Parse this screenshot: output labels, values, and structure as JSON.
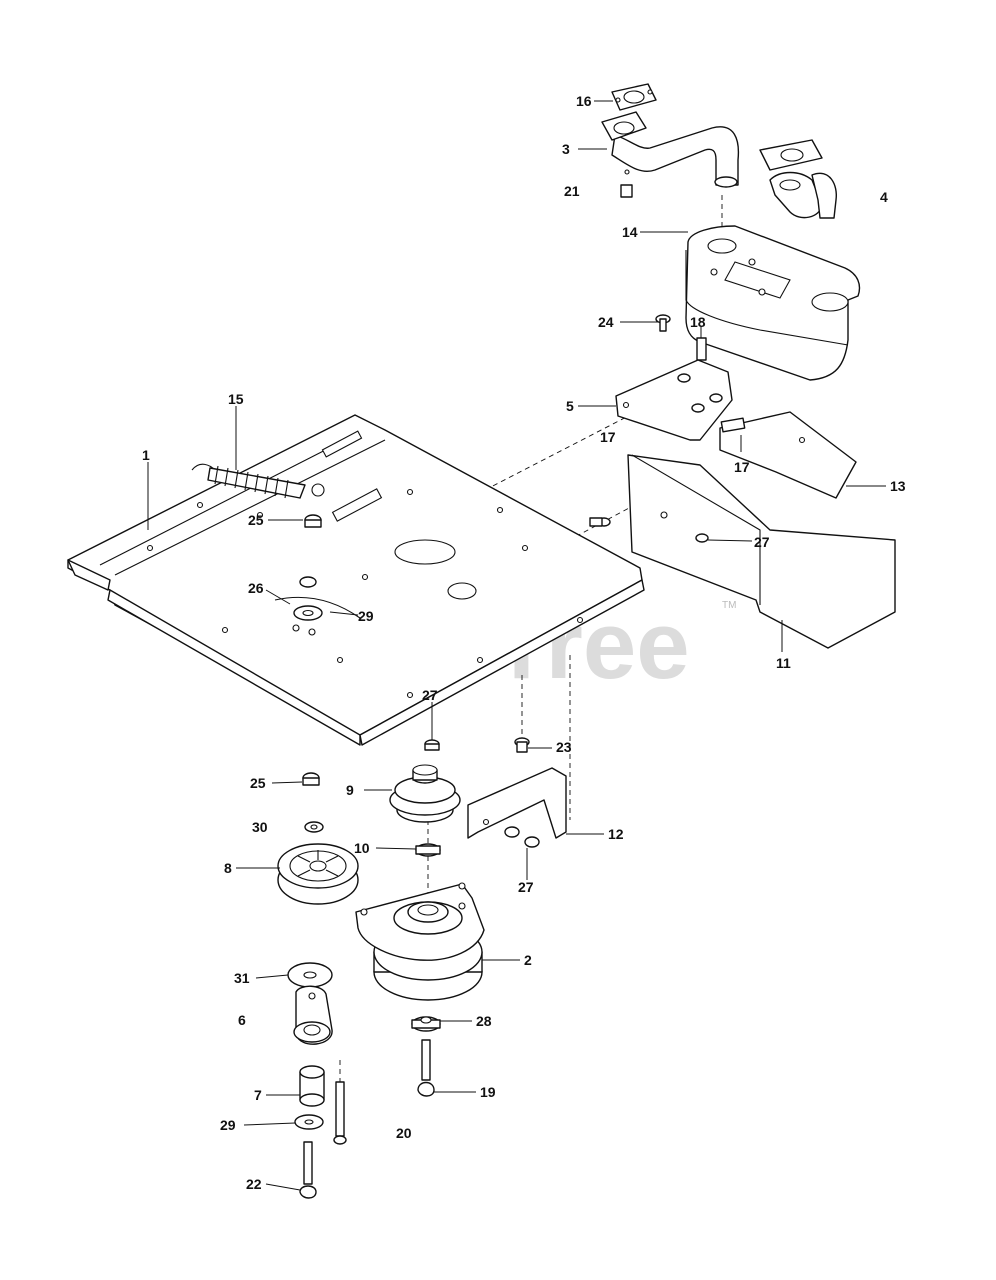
{
  "watermark": {
    "text": "PartsTree",
    "trademark": "TM"
  },
  "callouts": [
    "1",
    "2",
    "3",
    "4",
    "5",
    "6",
    "7",
    "8",
    "9",
    "10",
    "11",
    "12",
    "13",
    "14",
    "15",
    "16",
    "17",
    "17",
    "18",
    "19",
    "20",
    "21",
    "22",
    "23",
    "24",
    "25",
    "25",
    "26",
    "27",
    "27",
    "27",
    "28",
    "29",
    "29",
    "30",
    "31"
  ]
}
